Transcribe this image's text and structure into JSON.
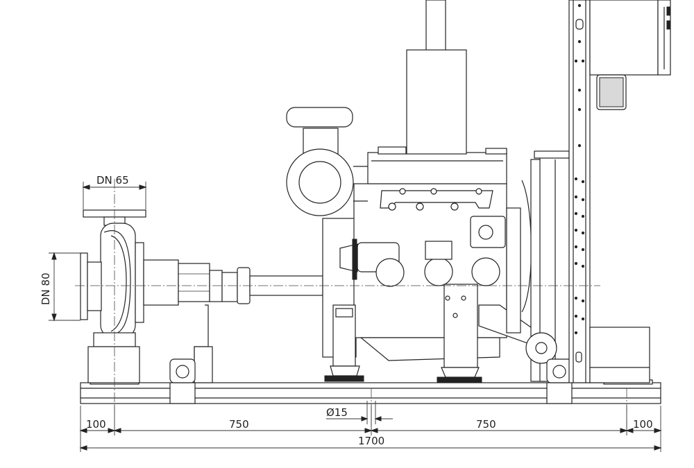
{
  "drawing": {
    "labels": {
      "suction_size": "DN 65",
      "discharge_size": "DN 80",
      "hole_diameter": "Ø15",
      "left_offset": "100",
      "left_span": "750",
      "right_span": "750",
      "right_offset": "100",
      "total_length": "1700"
    },
    "colors": {
      "line": "#222222",
      "background": "#ffffff",
      "shade": "#d9d9d9"
    },
    "icons": [
      "diesel-engine",
      "centrifugal-pump",
      "radiator",
      "control-panel",
      "base-frame"
    ]
  }
}
